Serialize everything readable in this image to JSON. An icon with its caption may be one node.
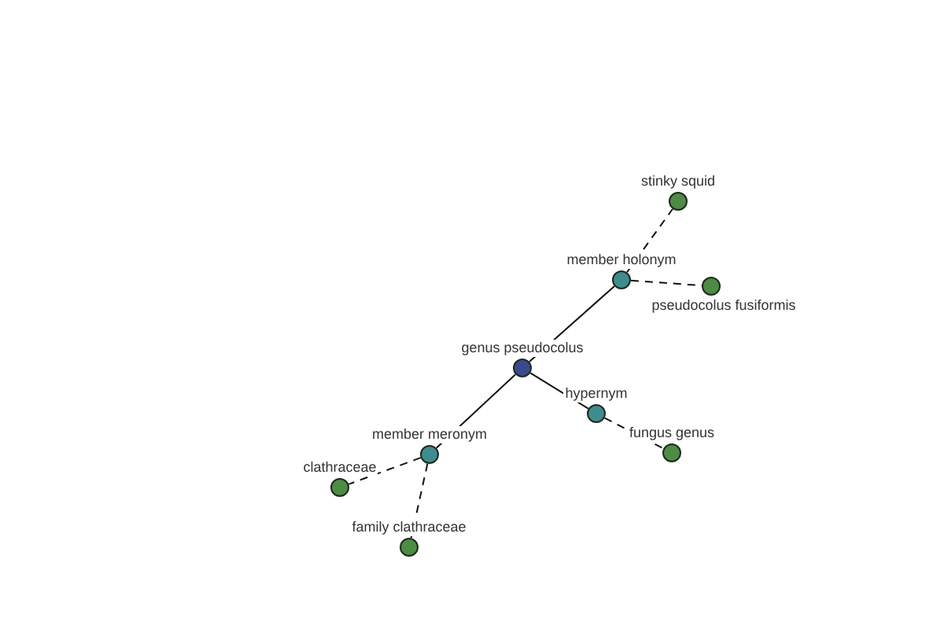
{
  "diagram": {
    "nodes": [
      {
        "text": [
          "stinky squid"
        ]
      },
      {
        "text": [
          "member holonym"
        ]
      },
      {
        "text": [
          "pseudocolus fusiformis"
        ]
      },
      {
        "text": [
          "genus pseudocolus"
        ]
      },
      {
        "text": [
          "hypernym"
        ]
      },
      {
        "text": [
          "member meronym"
        ]
      },
      {
        "text": [
          "fungus genus"
        ]
      },
      {
        "text": [
          "clathraceae"
        ]
      },
      {
        "text": [
          "family clathraceae"
        ]
      }
    ],
    "edges": [
      {
        "from": 3,
        "to": 1,
        "arrow": "none"
      },
      {
        "from": 1,
        "to": 0,
        "arrow": "none",
        "style": "dashed"
      },
      {
        "from": 1,
        "to": 2,
        "arrow": "none",
        "style": "dashed"
      },
      {
        "from": 3,
        "to": 4,
        "arrow": "none"
      },
      {
        "from": 4,
        "to": 6,
        "arrow": "none",
        "style": "dashed"
      },
      {
        "from": 3,
        "to": 5,
        "arrow": "none"
      },
      {
        "from": 5,
        "to": 7,
        "arrow": "none",
        "style": "dashed"
      },
      {
        "from": 5,
        "to": 8,
        "arrow": "none",
        "style": "dashed"
      }
    ]
  }
}
